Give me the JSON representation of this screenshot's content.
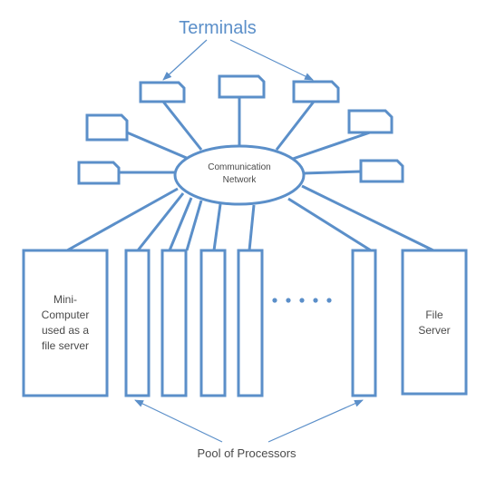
{
  "title": "Terminals",
  "network": {
    "line1": "Communication",
    "line2": "Network"
  },
  "mini_computer": {
    "line1": "Mini-",
    "line2": "Computer",
    "line3": "used as a",
    "line4": "file server"
  },
  "file_server": {
    "line1": "File",
    "line2": "Server"
  },
  "pool_label": "Pool of Processors",
  "colors": {
    "stroke": "#5b8fc9",
    "title": "#5b8fc9",
    "text": "#4a4a4a",
    "background": "#ffffff"
  }
}
